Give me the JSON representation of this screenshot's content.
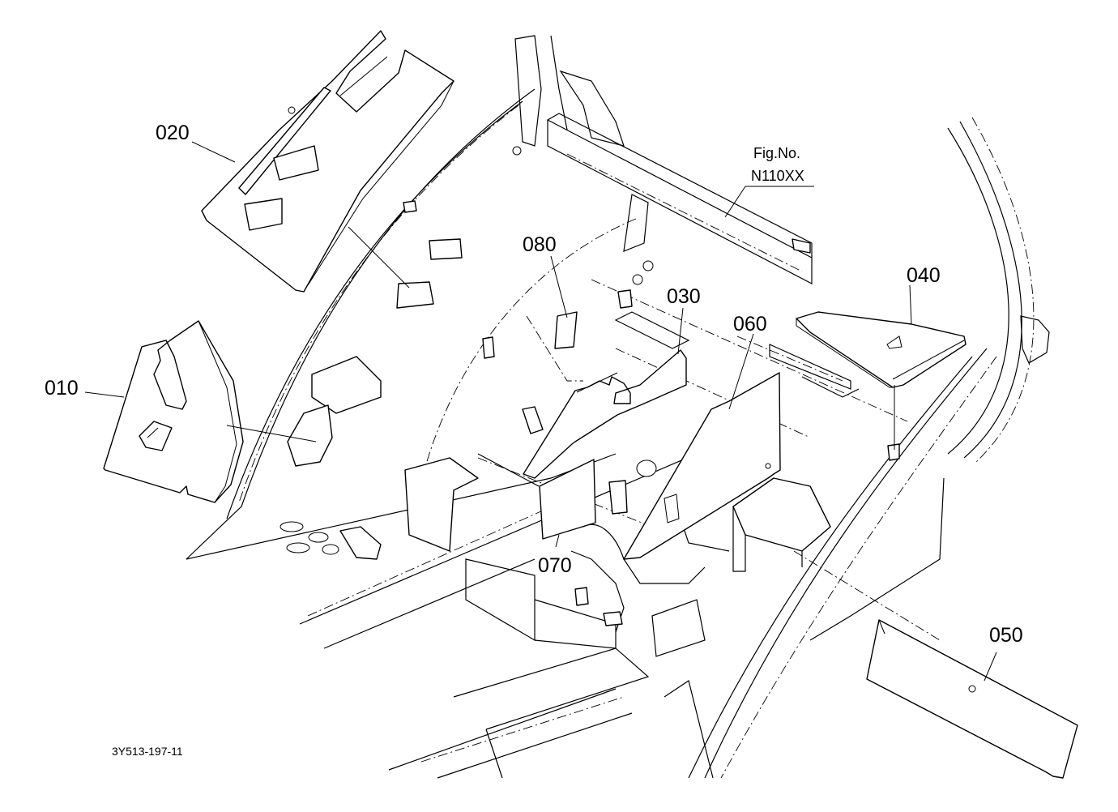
{
  "figure": {
    "fig_label": "Fig.No.",
    "fig_number": "N110XX",
    "drawing_code": "3Y513-197-11"
  },
  "callouts": [
    {
      "id": "010",
      "text": "010"
    },
    {
      "id": "020",
      "text": "020"
    },
    {
      "id": "030",
      "text": "030"
    },
    {
      "id": "040",
      "text": "040"
    },
    {
      "id": "050",
      "text": "050"
    },
    {
      "id": "060",
      "text": "060"
    },
    {
      "id": "070",
      "text": "070"
    },
    {
      "id": "080",
      "text": "080"
    }
  ]
}
